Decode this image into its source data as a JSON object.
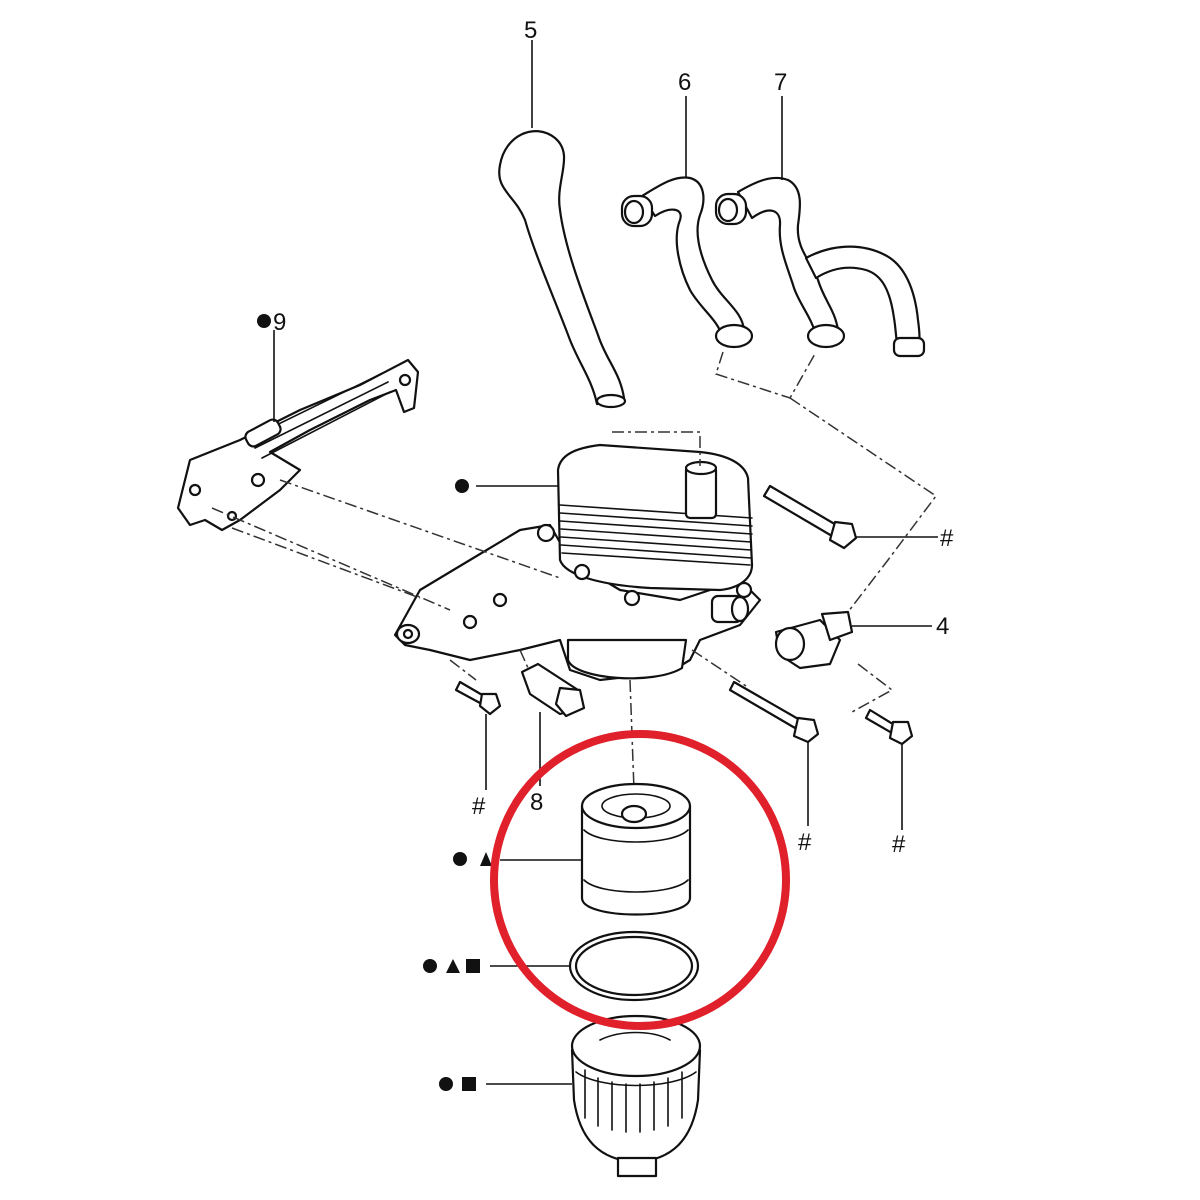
{
  "callouts": {
    "part_4": "4",
    "part_5": "5",
    "part_6": "6",
    "part_7": "7",
    "part_8": "8",
    "part_9": "9",
    "bolt_right_upper": "#",
    "bolt_left_lower": "#",
    "bolt_center_lower": "#",
    "bolt_right_lower": "#"
  },
  "highlight": {
    "color": "#e0202a"
  }
}
